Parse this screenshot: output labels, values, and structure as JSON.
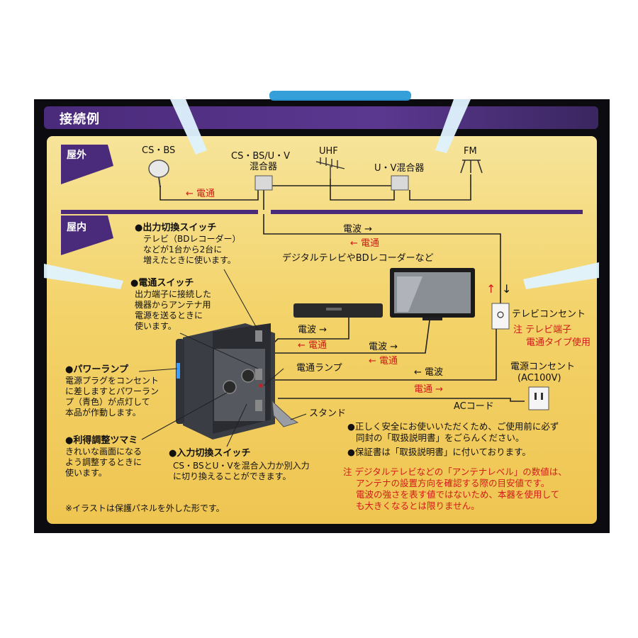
{
  "header": {
    "title": "接続例"
  },
  "zones": {
    "outdoor": "屋外",
    "indoor": "屋内"
  },
  "outdoor": {
    "csbs": "CS・BS",
    "mixer_main_line1": "CS・BS/U・V",
    "mixer_main_line2": "混合器",
    "uhf": "UHF",
    "uv_mixer": "U・V混合器",
    "fm": "FM",
    "power_flow": "← 電通"
  },
  "indoor": {
    "denpa_top": "電波 →",
    "dentsu_top": "← 電通",
    "tv_label": "デジタルテレビやBDレコーダーなど",
    "updown_arrows": {
      "up": "↑",
      "down": "↓"
    },
    "tv_outlet": "テレビコンセント",
    "tv_outlet_note_line1": "注 テレビ端子",
    "tv_outlet_note_line2": "電通タイプ使用",
    "rec_denpa": "電波 →",
    "rec_dentsu": "← 電通",
    "tv_denpa": "電波 →",
    "tv_dentsu": "← 電通",
    "power_lamp_label": "電通ランプ",
    "in_denpa": "← 電波",
    "in_dentsu": "電通 →",
    "power_outlet_line1": "電源コンセント",
    "power_outlet_line2": "(AC100V)",
    "ac_cord": "ACコード",
    "stand": "スタンド"
  },
  "callouts": {
    "output_switch_title": "●出力切換スイッチ",
    "output_switch_body": [
      "テレビ（BDレコーダー）",
      "などが1台から2台に",
      "増えたときに使います。"
    ],
    "power_switch_title": "●電通スイッチ",
    "power_switch_body": [
      "出力端子に接続した",
      "機器からアンテナ用",
      "電源を送るときに",
      "使います。"
    ],
    "power_lamp_title": "●パワーランプ",
    "power_lamp_body": [
      "電源プラグをコンセント",
      "に差しますとパワーラン",
      "プ（青色）が点灯して",
      "本品が作動します。"
    ],
    "gain_knob_title": "●利得調整ツマミ",
    "gain_knob_body": [
      "きれいな画面になる",
      "よう調整するときに",
      "使います。"
    ],
    "input_switch_title": "●入力切換スイッチ",
    "input_switch_body": [
      "CS・BSとU・Vを混合入力か別入力",
      "に切り換えることができます。"
    ],
    "illustration_note": "※イラストは保護パネルを外した形です。"
  },
  "notes": {
    "safety": [
      "●正しく安全にお使いいただくため、ご使用前に必ず",
      "同封の「取扱説明書」をごらんください。"
    ],
    "warranty": "●保証書は「取扱説明書」に付いております。",
    "antenna_level": [
      "注 デジタルテレビなどの「アンテナレベル」の数値は、",
      "アンテナの設置方向を確認する際の目安値です。",
      "電波の強さを表す値ではないため、本器を使用して",
      "も大きくなるとは限りません。"
    ]
  },
  "colors": {
    "purple": "#4a2a7a",
    "gold": "#f3d36a",
    "red": "#d21a1a",
    "lamp_blue": "#3aa0ff"
  }
}
